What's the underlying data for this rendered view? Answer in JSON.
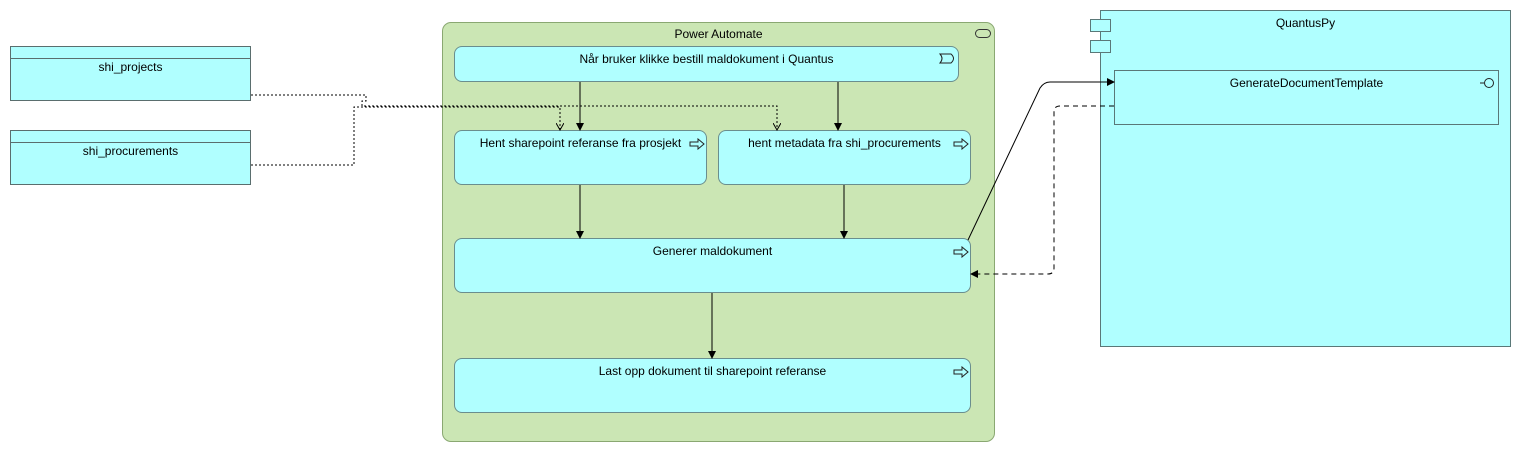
{
  "data_objects": {
    "projects": "shi_projects",
    "procurements": "shi_procurements"
  },
  "power_automate": {
    "title": "Power Automate",
    "trigger": "Når bruker klikke bestill maldokument i Quantus",
    "process_sharepoint": "Hent sharepoint referanse fra prosjekt",
    "process_metadata": "hent metadata fra shi_procurements",
    "process_generate": "Generer maldokument",
    "process_upload": "Last opp dokument til sharepoint referanse"
  },
  "quantuspy": {
    "title": "QuantusPy",
    "interface": "GenerateDocumentTemplate"
  },
  "colors": {
    "element_fill": "#b0ffff",
    "group_fill": "#cbe6b4"
  }
}
